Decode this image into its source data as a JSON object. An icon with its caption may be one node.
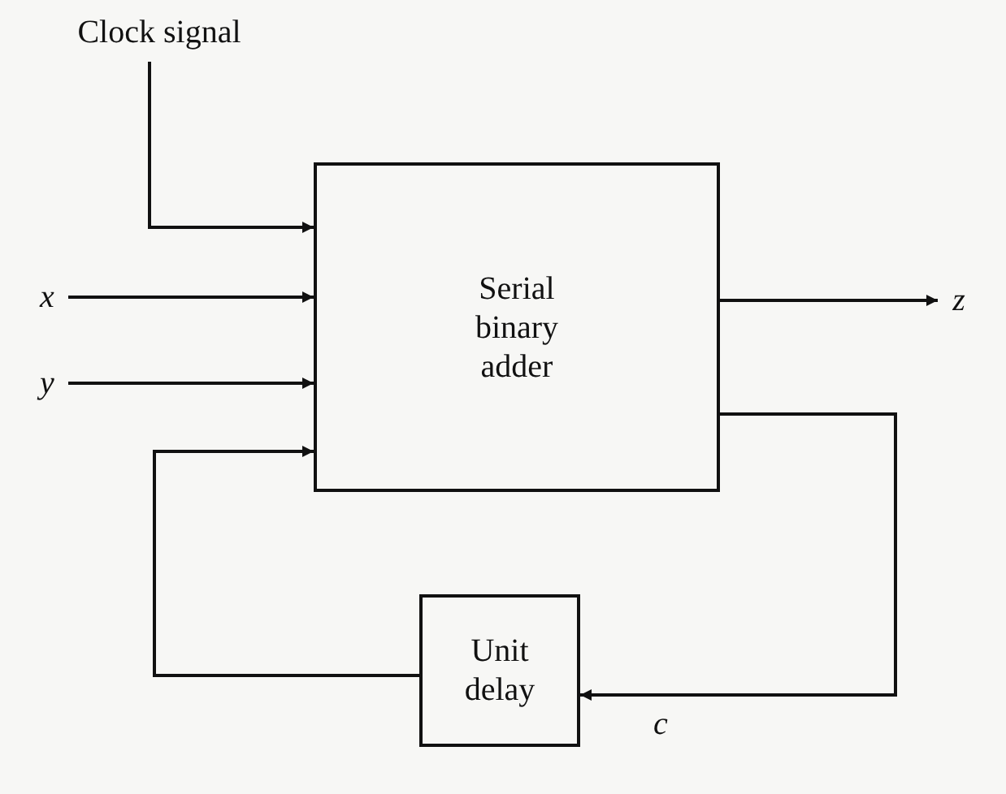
{
  "diagram": {
    "nodes": [
      {
        "text": [
          "Clock signal"
        ]
      },
      {
        "text": [
          "x"
        ]
      },
      {
        "text": [
          "y"
        ]
      },
      {
        "text": [
          "Serial binary adder"
        ]
      },
      {
        "text": [
          "z"
        ]
      },
      {
        "text": [
          "Unit delay"
        ]
      }
    ],
    "edges": [
      {
        "from": 0,
        "to": 3,
        "arrow": "to"
      },
      {
        "from": 1,
        "to": 3,
        "arrow": "to"
      },
      {
        "from": 2,
        "to": 3,
        "arrow": "to"
      },
      {
        "from": 3,
        "to": 4,
        "arrow": "to"
      },
      {
        "from": 3,
        "to": 5,
        "arrow": "to",
        "label": "c"
      },
      {
        "from": 5,
        "to": 3,
        "arrow": "to"
      }
    ]
  }
}
